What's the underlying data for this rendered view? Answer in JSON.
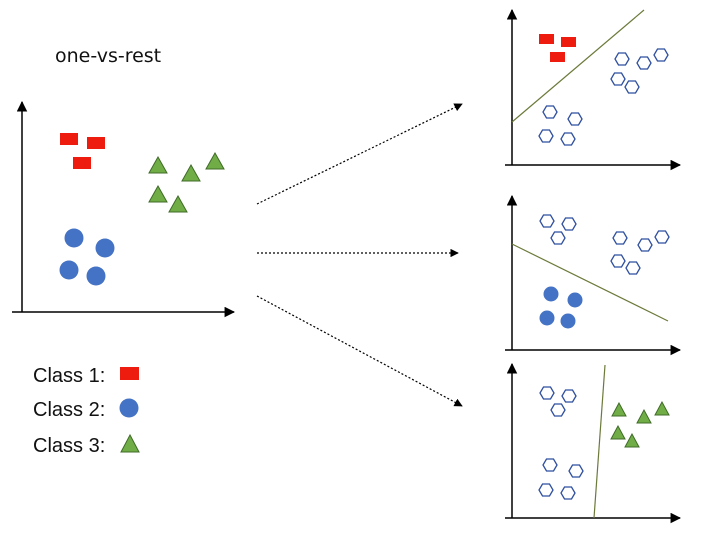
{
  "title": "one-vs-rest",
  "legend": [
    {
      "label": "Class 1:",
      "shape": "square-icon"
    },
    {
      "label": "Class 2:",
      "shape": "circle-icon"
    },
    {
      "label": "Class 3:",
      "shape": "triangle-icon"
    }
  ],
  "colors": {
    "class1": "#ee1c0e",
    "class2": "#4472c4",
    "class3": "#70ad47",
    "class3_stroke": "#3f6b27",
    "rest_outline": "#2f4f9f",
    "boundary": "#6b7a3a",
    "axis": "#000000"
  }
}
